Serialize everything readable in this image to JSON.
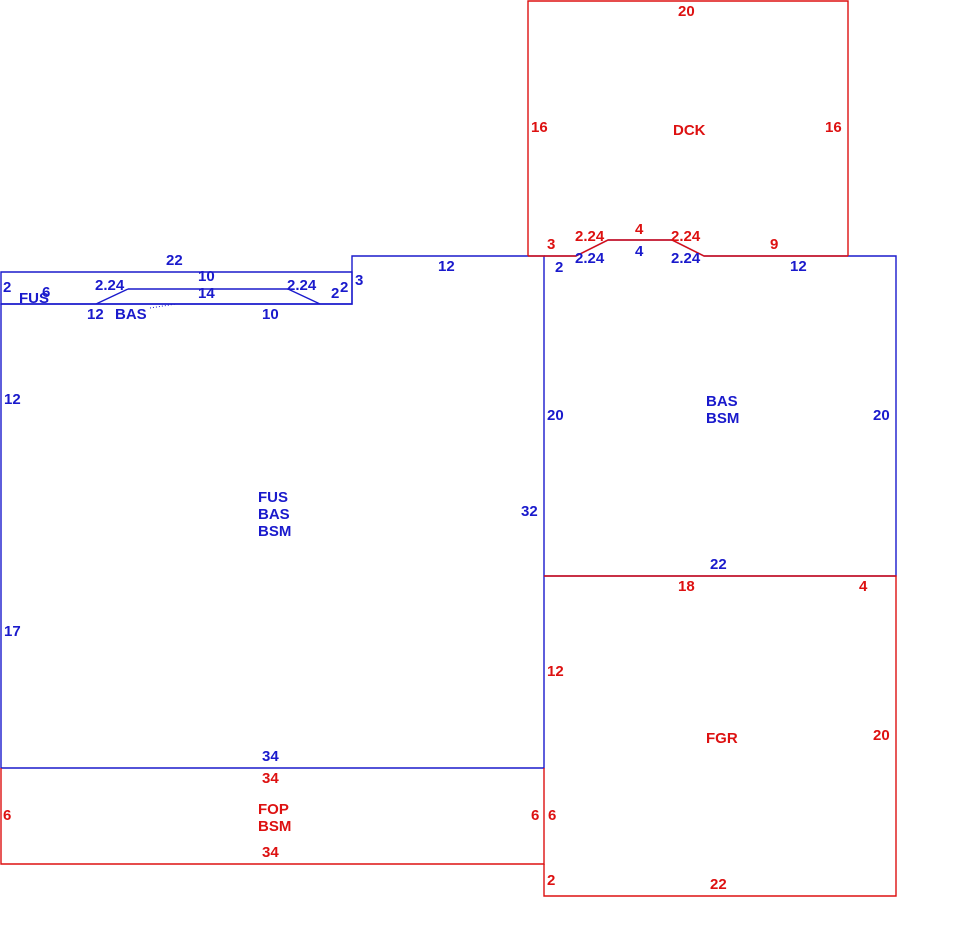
{
  "colors": {
    "main_structure": "#1a1acc",
    "attached_areas": "#dd1111"
  },
  "areas": {
    "main": [
      "FUS",
      "BAS",
      "BSM"
    ],
    "right": [
      "BAS",
      "BSM"
    ],
    "deck": "DCK",
    "garage": "FGR",
    "porch": [
      "FOP",
      "BSM"
    ],
    "top_strip_upper": "FUS",
    "top_strip_lower": "BAS"
  },
  "dims": {
    "main_left_upper": "12",
    "main_left_lower": "17",
    "main_right": "32",
    "main_bottom": "34",
    "strip_top": "22",
    "strip_left": "2",
    "strip_left_6": "6",
    "strip_right_2a": "2",
    "strip_right_2b": "2",
    "strip_step": "3",
    "strip_inner_top": "10",
    "strip_inner_bottom": "14",
    "strip_diag_left": "2.24",
    "strip_diag_right": "2.24",
    "strip_bottom_left": "12",
    "strip_bottom_right": "10",
    "main_top_right": "12",
    "right_top_2": "2",
    "right_diag_left": "2.24",
    "right_mid_4": "4",
    "right_diag_right": "2.24",
    "right_top_12": "12",
    "right_left": "20",
    "right_right": "20",
    "right_bottom": "22",
    "deck_top": "20",
    "deck_left": "16",
    "deck_right": "16",
    "deck_3": "3",
    "deck_diag_left": "2.24",
    "deck_4": "4",
    "deck_diag_right": "2.24",
    "deck_9": "9",
    "garage_18": "18",
    "garage_4": "4",
    "garage_left": "12",
    "garage_right": "20",
    "garage_left_6": "6",
    "garage_left_2": "2",
    "garage_bottom": "22",
    "porch_top": "34",
    "porch_left": "6",
    "porch_right": "6",
    "porch_bottom": "34"
  }
}
